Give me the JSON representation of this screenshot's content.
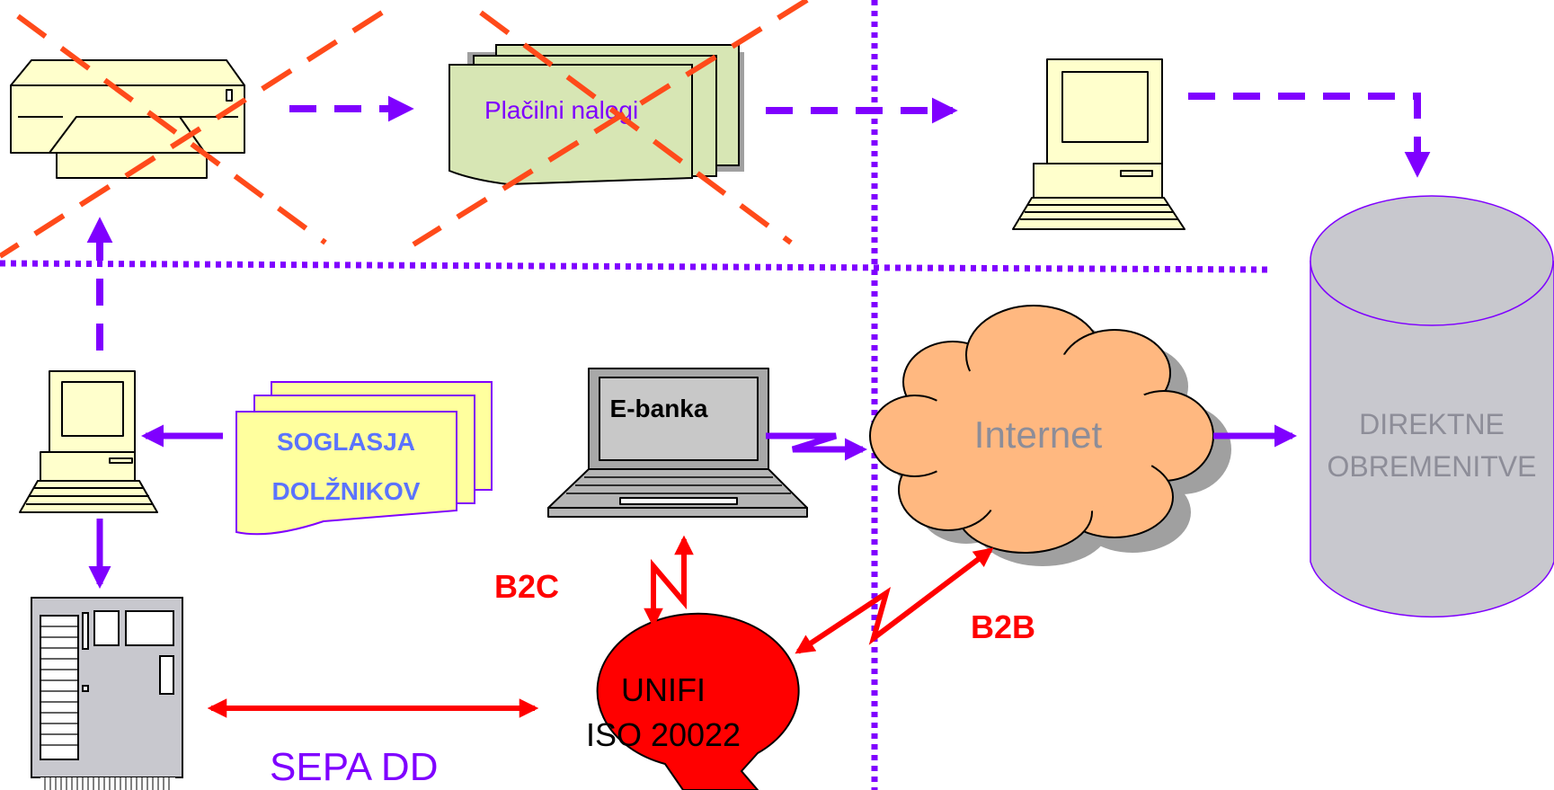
{
  "labels": {
    "payment_orders": "Plačilni nalogi",
    "consents_line1": "SOGLASJA",
    "consents_line2": "DOLŽNIKOV",
    "ebank": "E-banka",
    "internet": "Internet",
    "direct_debits_line1": "DIREKTNE",
    "direct_debits_line2": "OBREMENITVE",
    "b2c": "B2C",
    "b2b": "B2B",
    "unifi_line1": "UNIFI",
    "unifi_line2": "ISO 20022",
    "sepa_dd": "SEPA DD"
  },
  "icons": {
    "printer": "printer-icon",
    "computer": "desktop-computer-icon",
    "laptop": "laptop-icon",
    "server": "server-icon",
    "cloud": "cloud-icon",
    "database": "database-cylinder-icon",
    "documents": "document-stack-icon"
  },
  "colors": {
    "purple": "#7f00ff",
    "red": "#ff0000",
    "orange_cross": "#ff4a1a",
    "doc_green": "#d7e6b4",
    "doc_yellow": "#ffff9e",
    "cloud": "#ffb880",
    "device": "#ffffcc",
    "cylinder": "#c8c8ce",
    "text_blue": "#5b73ff"
  }
}
